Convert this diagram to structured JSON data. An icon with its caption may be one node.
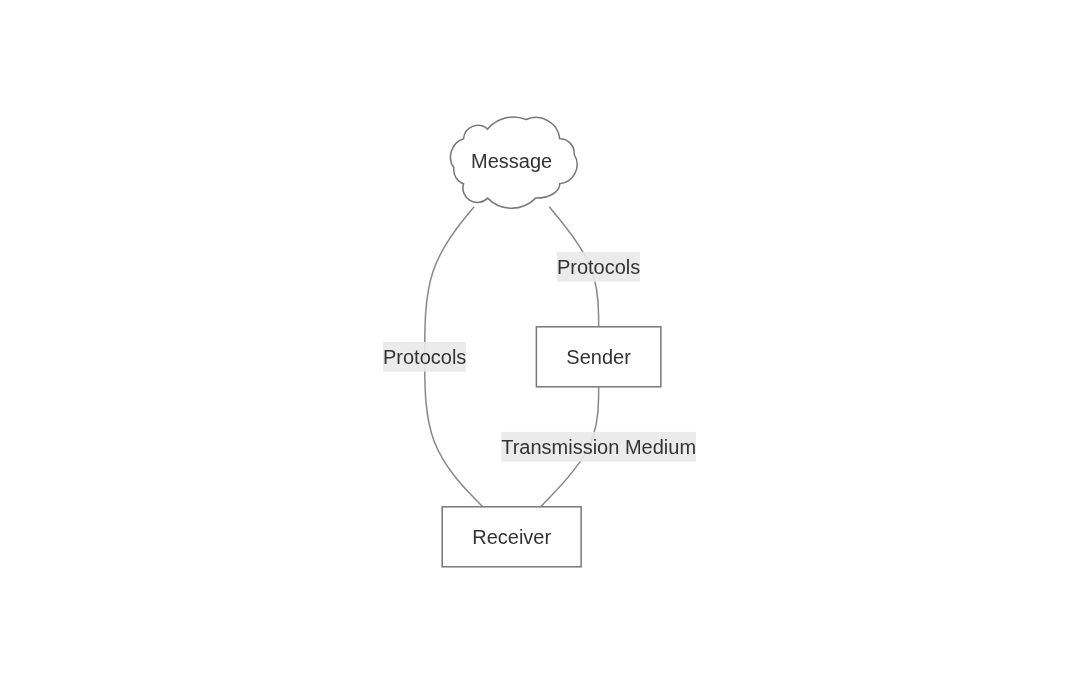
{
  "diagram": {
    "nodes": [
      {
        "text": [
          "Message"
        ]
      },
      {
        "text": [
          "Sender"
        ]
      },
      {
        "text": [
          "Receiver"
        ]
      }
    ],
    "edges": [
      {
        "from": 0,
        "to": 1,
        "arrow": "none",
        "label": "Protocols"
      },
      {
        "from": 0,
        "to": 2,
        "arrow": "none",
        "label": "Protocols"
      },
      {
        "from": 1,
        "to": 2,
        "arrow": "none",
        "label": "Transmission Medium"
      }
    ]
  }
}
